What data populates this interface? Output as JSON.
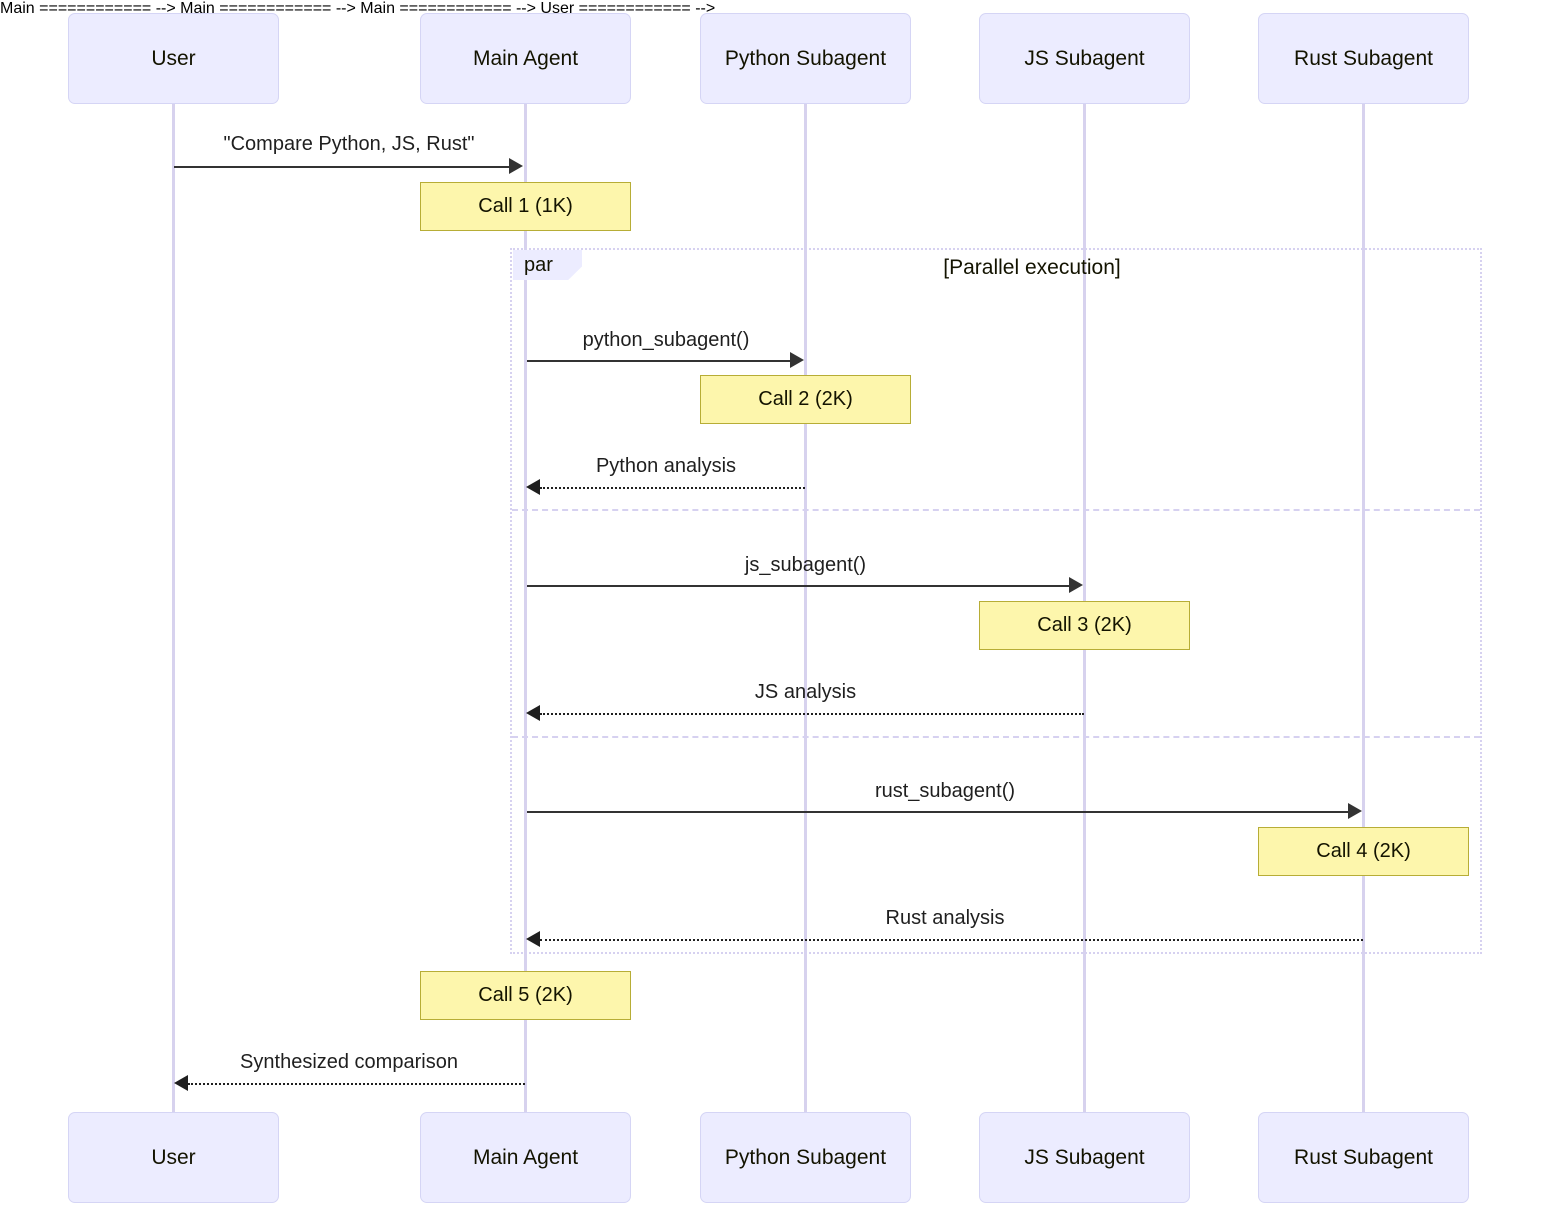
{
  "diagram": {
    "type": "sequence-diagram",
    "title": "",
    "colors": {
      "actor_fill": "#ececff",
      "actor_border": "#d5d5f5",
      "lifeline": "#d7d2ee",
      "note_fill": "#fdf6ac",
      "note_border": "#b7ad36",
      "arrow": "#333333",
      "frame": "#d6d1f0",
      "text": "#131300"
    }
  },
  "participants": [
    {
      "id": "user",
      "label": "User"
    },
    {
      "id": "main",
      "label": "Main Agent"
    },
    {
      "id": "python",
      "label": "Python Subagent"
    },
    {
      "id": "js",
      "label": "JS Subagent"
    },
    {
      "id": "rust",
      "label": "Rust Subagent"
    }
  ],
  "messages": [
    {
      "id": "m1",
      "label": "\"Compare Python, JS, Rust\"",
      "from": "user",
      "to": "main",
      "style": "solid"
    },
    {
      "id": "m2",
      "label": "python_subagent()",
      "from": "main",
      "to": "python",
      "style": "solid"
    },
    {
      "id": "m3",
      "label": "Python analysis",
      "from": "python",
      "to": "main",
      "style": "dashed"
    },
    {
      "id": "m4",
      "label": "js_subagent()",
      "from": "main",
      "to": "js",
      "style": "solid"
    },
    {
      "id": "m5",
      "label": "JS analysis",
      "from": "js",
      "to": "main",
      "style": "dashed"
    },
    {
      "id": "m6",
      "label": "rust_subagent()",
      "from": "main",
      "to": "rust",
      "style": "solid"
    },
    {
      "id": "m7",
      "label": "Rust analysis",
      "from": "rust",
      "to": "main",
      "style": "dashed"
    },
    {
      "id": "m8",
      "label": "Synthesized comparison",
      "from": "main",
      "to": "user",
      "style": "dashed"
    }
  ],
  "notes": [
    {
      "id": "n1",
      "label": "Call 1 (1K)",
      "over": "main"
    },
    {
      "id": "n2",
      "label": "Call 2 (2K)",
      "over": "python"
    },
    {
      "id": "n3",
      "label": "Call 3 (2K)",
      "over": "js"
    },
    {
      "id": "n4",
      "label": "Call 4 (2K)",
      "over": "rust"
    },
    {
      "id": "n5",
      "label": "Call 5 (2K)",
      "over": "main"
    }
  ],
  "fragment": {
    "keyword": "par",
    "condition": "[Parallel execution]"
  }
}
